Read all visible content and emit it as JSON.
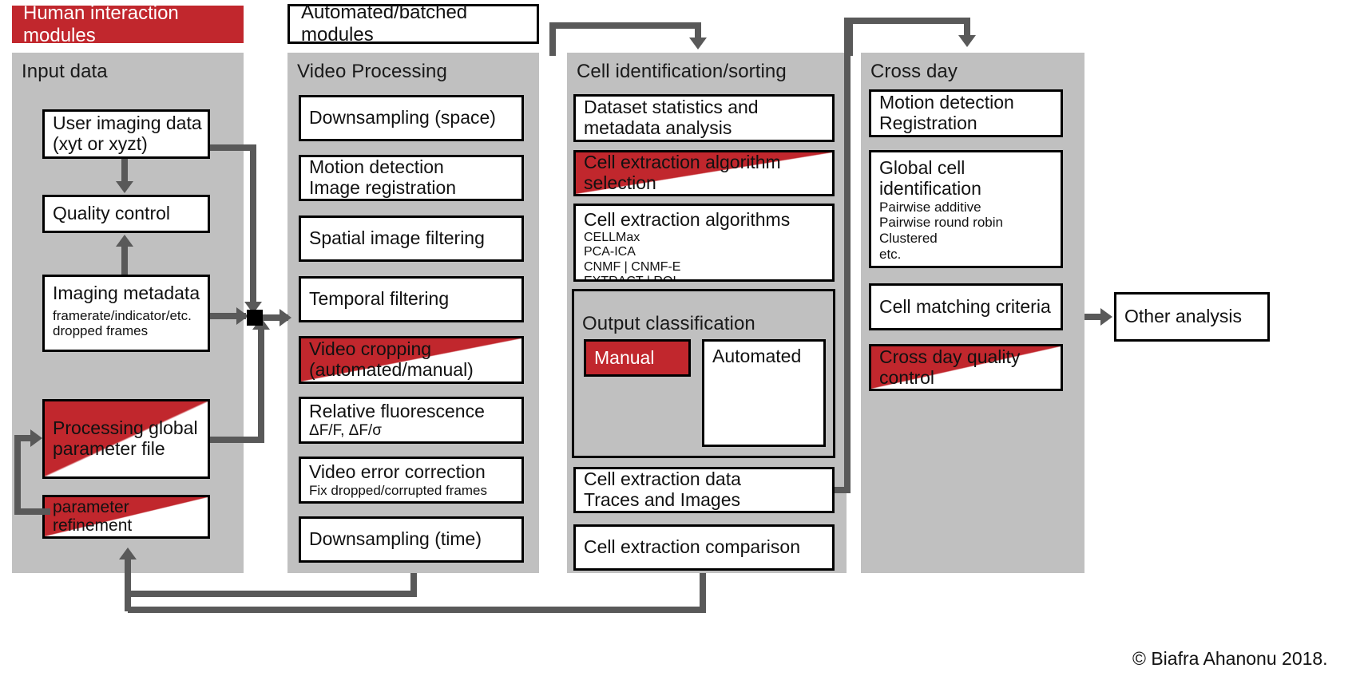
{
  "legend": {
    "human": "Human interaction modules",
    "automated": "Automated/batched modules"
  },
  "credit": "© Biafra Ahanonu 2018.",
  "columns": [
    {
      "title": "Input data",
      "boxes": [
        {
          "title": "User imaging data",
          "sub": "(xyt or xyzt)",
          "style": "plain"
        },
        {
          "title": "Quality control",
          "sub": "",
          "style": "plain"
        },
        {
          "title": "Imaging metadata",
          "sub": "framerate/indicator/etc.\ndropped frames",
          "style": "plain"
        },
        {
          "title": "Processing global\nparameter file",
          "sub": "",
          "style": "diagonal-red"
        },
        {
          "title": "parameter\nrefinement",
          "sub": "",
          "style": "diagonal-red"
        }
      ]
    },
    {
      "title": "Video Processing",
      "boxes": [
        {
          "title": "Downsampling  (space)",
          "sub": "",
          "style": "plain"
        },
        {
          "title": "Motion detection\nImage registration",
          "sub": "",
          "style": "plain"
        },
        {
          "title": "Spatial image  filtering",
          "sub": "",
          "style": "plain"
        },
        {
          "title": "Temporal filtering",
          "sub": "",
          "style": "plain"
        },
        {
          "title": "Video cropping\n(automated/manual)",
          "sub": "",
          "style": "diagonal-red"
        },
        {
          "title": "Relative fluorescence",
          "sub": "ΔF/F, ΔF/σ",
          "style": "plain"
        },
        {
          "title": "Video error correction",
          "sub": "Fix dropped/corrupted frames",
          "style": "plain"
        },
        {
          "title": "Downsampling  (time)",
          "sub": "",
          "style": "plain"
        }
      ]
    },
    {
      "title": "Cell identification/sorting",
      "boxes": [
        {
          "title": "Dataset statistics and\nmetadata analysis",
          "sub": "",
          "style": "plain"
        },
        {
          "title": "Cell extraction algorithm\nselection",
          "sub": "",
          "style": "diagonal-red"
        },
        {
          "title": "Cell extraction algorithms",
          "sub": "CELLMax\nPCA-ICA\nCNMF | CNMF-E\nEXTRACT | ROI",
          "style": "plain"
        },
        {
          "title": "Cell extraction data\nTraces and Images",
          "sub": "",
          "style": "plain"
        },
        {
          "title": "Cell extraction comparison",
          "sub": "",
          "style": "plain"
        }
      ],
      "subpanel": {
        "title": "Output classification",
        "boxes": [
          {
            "title": "Manual",
            "style": "solid-red"
          },
          {
            "title": "Automated",
            "style": "plain"
          }
        ]
      }
    },
    {
      "title": "Cross day",
      "boxes": [
        {
          "title": "Motion detection\nRegistration",
          "sub": "",
          "style": "plain"
        },
        {
          "title": "Global cell\nidentification",
          "sub": "Pairwise additive\nPairwise round robin\nClustered\netc.",
          "style": "plain"
        },
        {
          "title": "Cell matching criteria",
          "sub": "",
          "style": "plain"
        },
        {
          "title": "Cross day quality\ncontrol",
          "sub": "",
          "style": "diagonal-red"
        }
      ]
    }
  ],
  "terminal": {
    "title": "Other analysis"
  },
  "colors": {
    "red": "#c1272d",
    "panel": "#c0c0c0",
    "connector": "#595959",
    "border": "#000000"
  }
}
